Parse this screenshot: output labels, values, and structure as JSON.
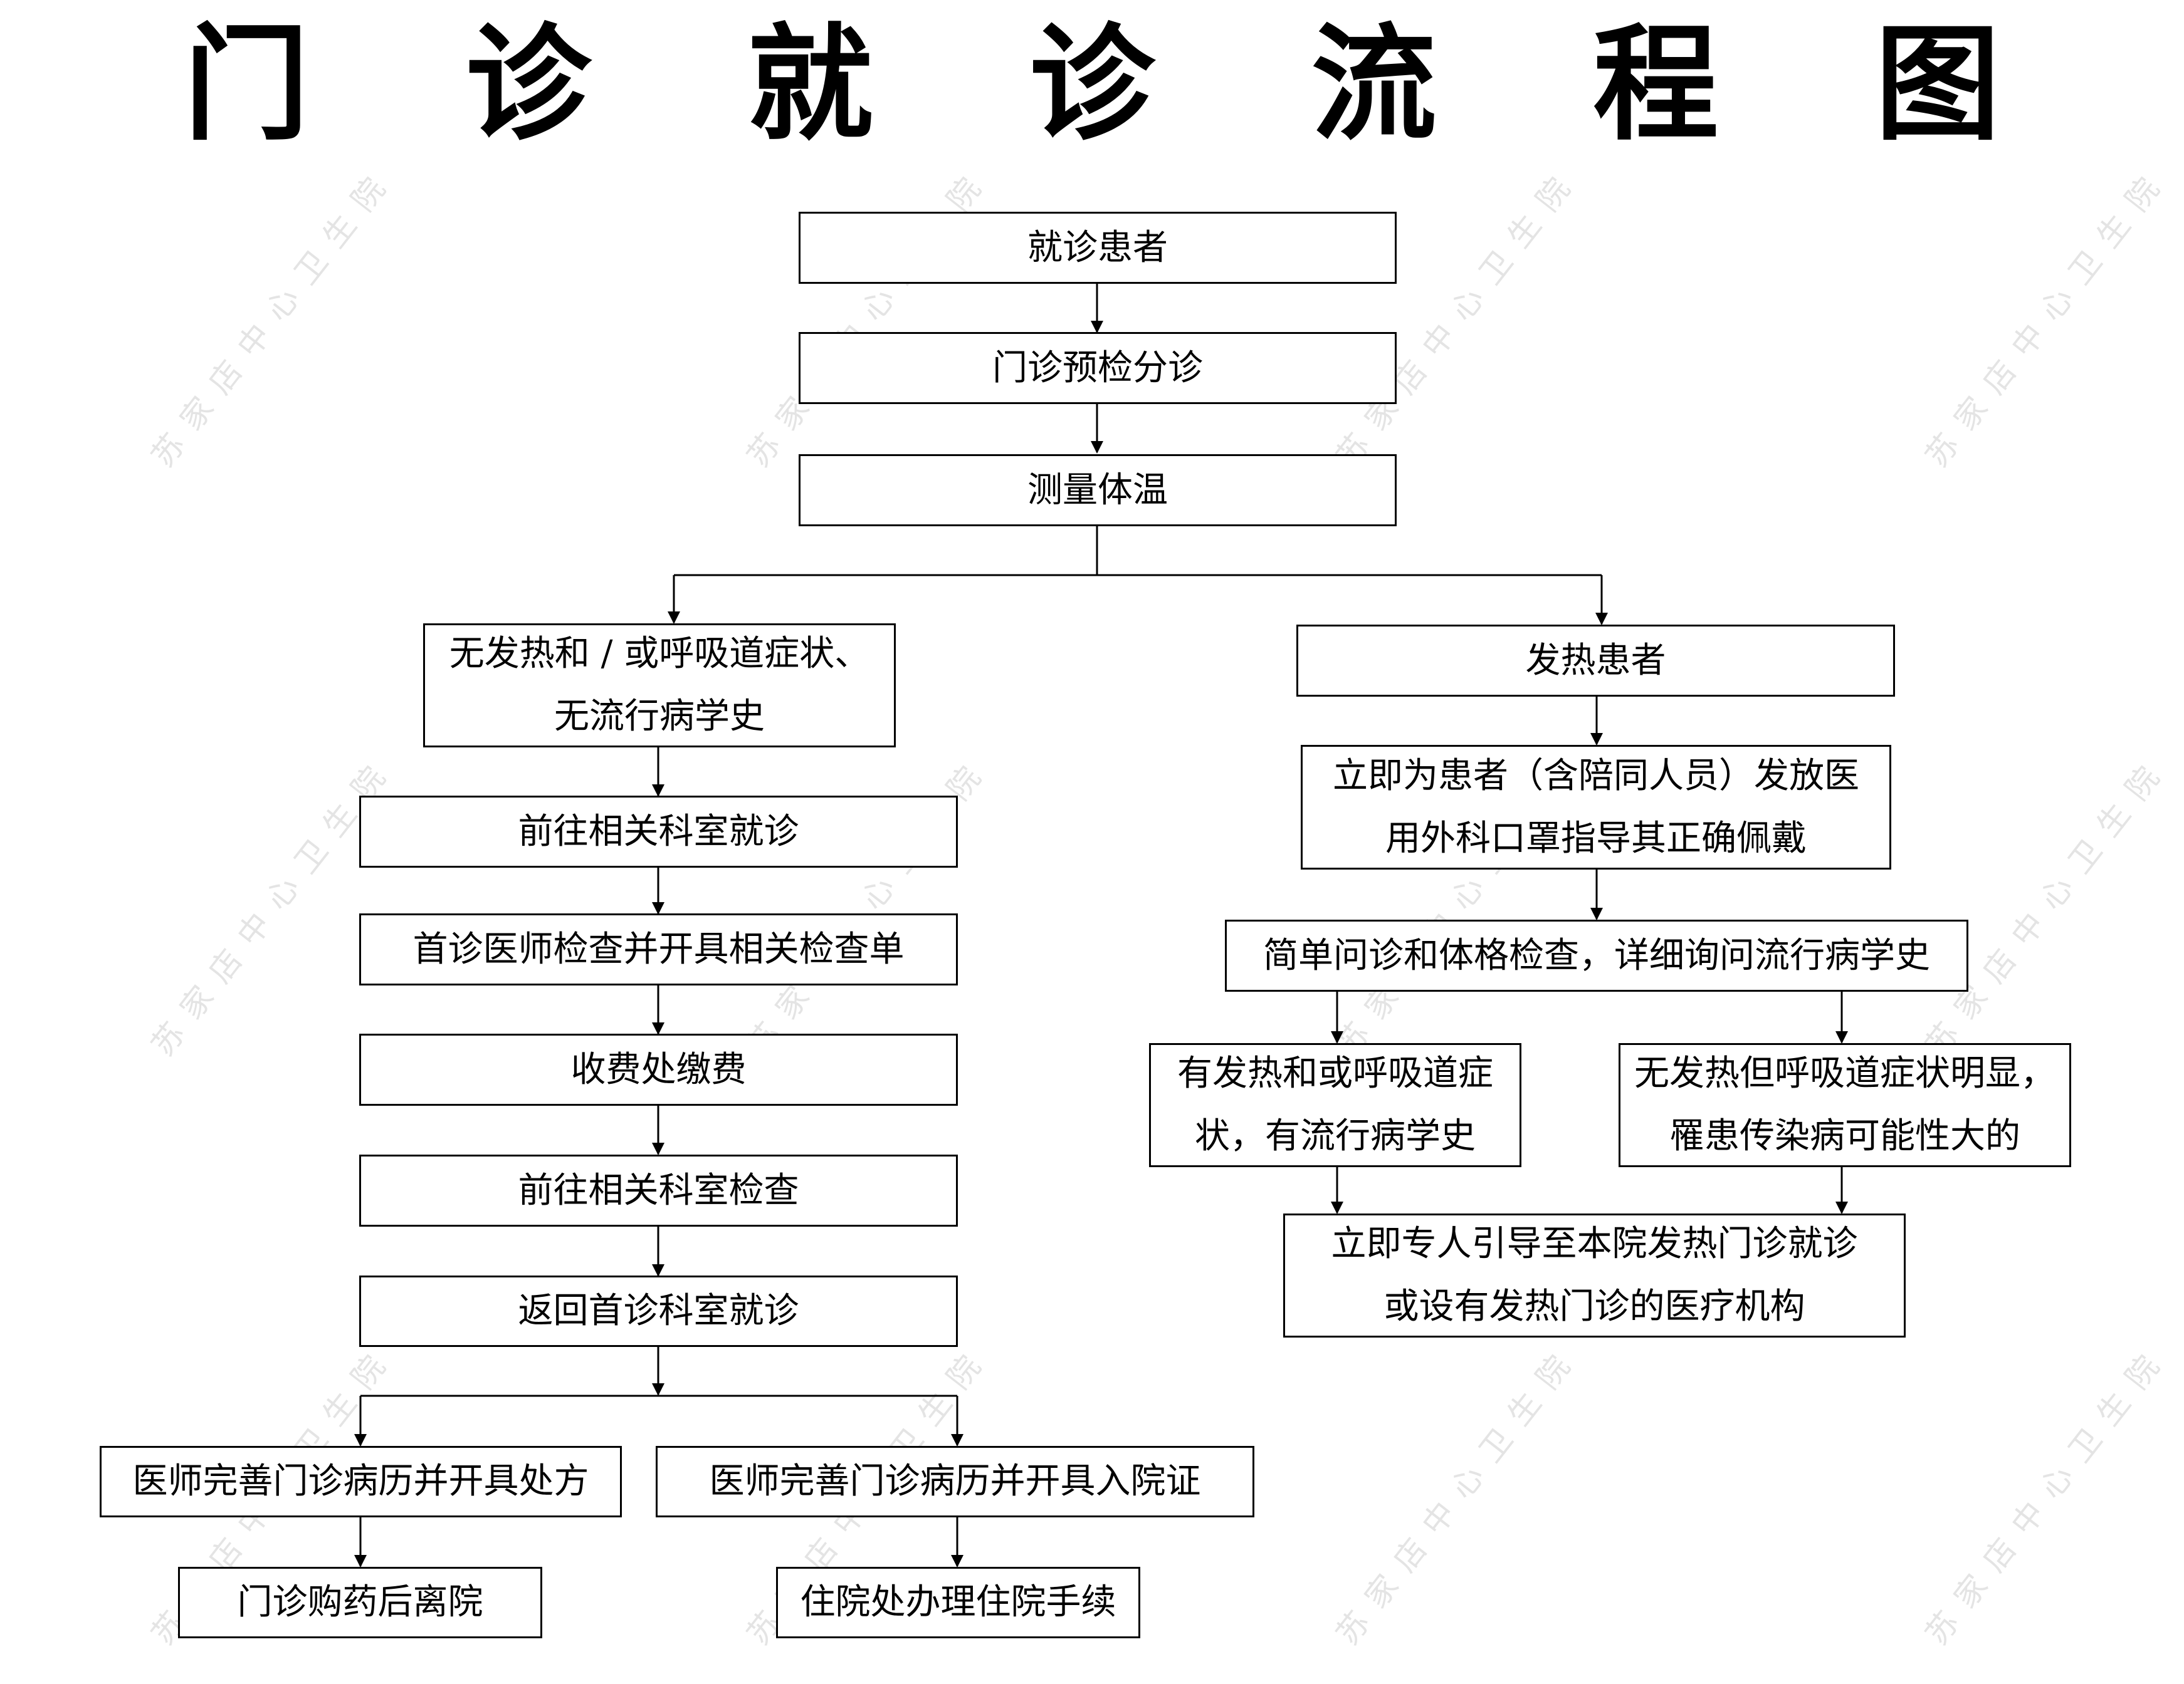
{
  "title": "门 诊 就 诊 流 程 图",
  "watermark": "苏家店中心卫生院",
  "nodes": {
    "start": "就诊患者",
    "triage": "门诊预检分诊",
    "temperature": "测量体温",
    "no_fever": {
      "line1": "无发热和 / 或呼吸道症状、",
      "line2": "无流行病学史"
    },
    "go_department": "前往相关科室就诊",
    "first_doctor": "首诊医师检查并开具相关检查单",
    "payment": "收费处缴费",
    "go_exam": "前往相关科室检查",
    "return_department": "返回首诊科室就诊",
    "prescription": "医师完善门诊病历并开具处方",
    "admission_cert": "医师完善门诊病历并开具入院证",
    "buy_medicine": "门诊购药后离院",
    "admission": "住院处办理住院手续",
    "fever": "发热患者",
    "mask": {
      "line1": "立即为患者（含陪同人员）发放医",
      "line2": "用外科口罩指导其正确佩戴"
    },
    "inquiry": "简单问诊和体格检查，详细询问流行病学史",
    "fever_epi": {
      "line1": "有发热和或呼吸道症",
      "line2": "状，有流行病学史"
    },
    "respiratory": {
      "line1": "无发热但呼吸道症状明显，",
      "line2": "罹患传染病可能性大的"
    },
    "refer": {
      "line1": "立即专人引导至本院发热门诊就诊",
      "line2": "或设有发热门诊的医疗机构"
    }
  }
}
